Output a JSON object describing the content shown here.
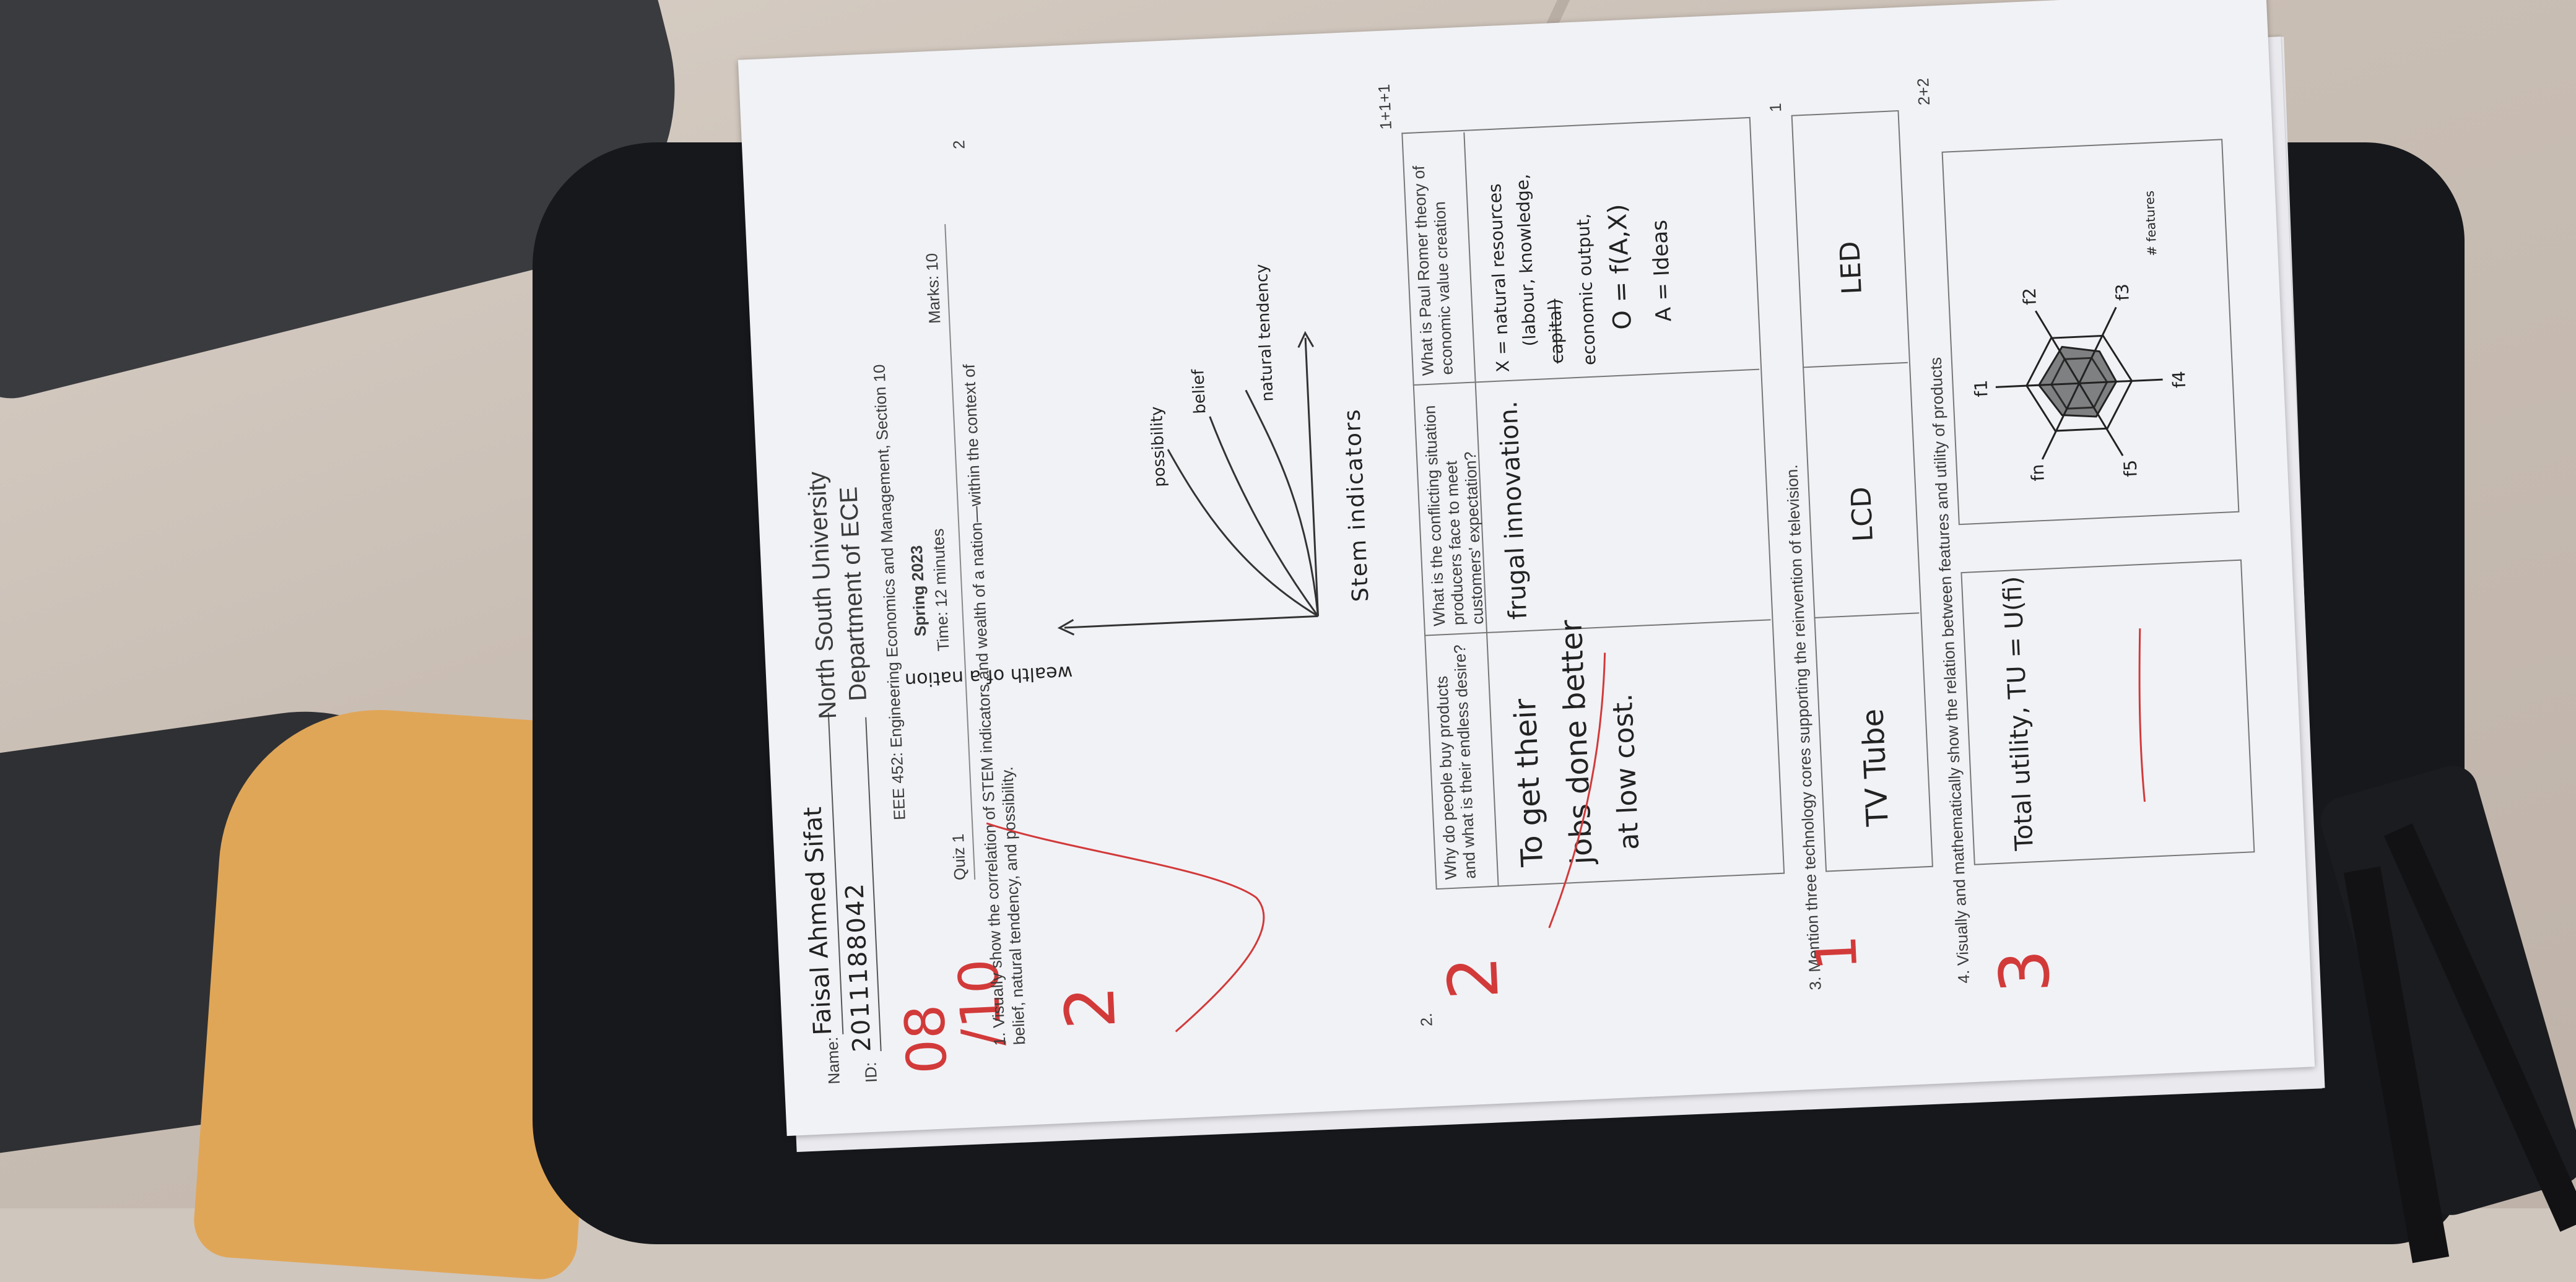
{
  "header": {
    "name_label": "Name:",
    "name_value": "Faisal Ahmed Sifat",
    "id_label": "ID:",
    "id_value": "2011188042",
    "university": "North South University",
    "department": "Department of ECE",
    "course": "EEE 452: Engineering Economics and Management, Section 10",
    "quiz": "Quiz 1",
    "semester": "Spring 2023",
    "time": "Time: 12 minutes",
    "marks": "Marks: 10"
  },
  "score": {
    "obtained": "08",
    "total": "/10"
  },
  "q1": {
    "text_line1": "1. Visually show the correlation of STEM indicators and wealth of a nation—within the context of",
    "text_line2": "belief, natural tendency, and possibility.",
    "marks": "2",
    "awarded": "2",
    "plot": {
      "x_axis": "wealth of a nation",
      "y_axis": "Stem indicators",
      "curve_labels": [
        "possibility",
        "belief",
        "natural tendency"
      ]
    }
  },
  "q2": {
    "number": "2.",
    "marks": "1+1+1",
    "awarded": "2",
    "columns": [
      "Why do people buy products and what is their endless desire?",
      "What is the conflicting situation producers face to meet customers' expectation?",
      "What is Paul Romer theory of economic value creation"
    ],
    "answers": {
      "a1": [
        "To get their",
        "jobs done better",
        "at low cost."
      ],
      "a2": "frugal innovation.",
      "a3": [
        "X = natural resources",
        "(labour, knowledge,",
        "capital)",
        "economic output,",
        "O = f(A,X)",
        "A = Ideas"
      ]
    }
  },
  "q3": {
    "text": "3. Mention three technology cores supporting the reinvention of television.",
    "marks": "1",
    "awarded": "1",
    "answers": [
      "TV Tube",
      "LCD",
      "LED"
    ]
  },
  "q4": {
    "text": "4. Visually and mathematically show the relation between features and utility of products",
    "marks": "2+2",
    "awarded": "3",
    "formula": "Total utility, TU = U(fi)",
    "radar_labels": [
      "f1",
      "f2",
      "f3",
      "f4",
      "f5",
      "fn"
    ],
    "radar_note": "# features"
  }
}
